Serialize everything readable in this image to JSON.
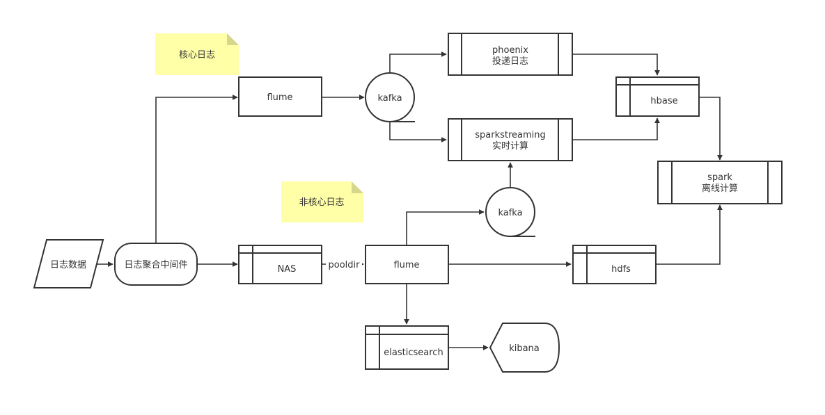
{
  "notes": {
    "core": "核心日志",
    "noncore": "非核心日志"
  },
  "nodes": {
    "log_data": "日志数据",
    "log_middleware": "日志聚合中间件",
    "flume_top": "flume",
    "kafka_top": "kafka",
    "phoenix": [
      "phoenix",
      "投递日志"
    ],
    "sparkstreaming": [
      "sparkstreaming",
      "实时计算"
    ],
    "hbase": "hbase",
    "spark": [
      "spark",
      "离线计算"
    ],
    "kafka_mid": "kafka",
    "nas": "NAS",
    "flume_bottom": "flume",
    "hdfs": "hdfs",
    "elasticsearch": "elasticsearch",
    "kibana": "kibana"
  },
  "edges": {
    "pooldir_label": "pooldir"
  }
}
